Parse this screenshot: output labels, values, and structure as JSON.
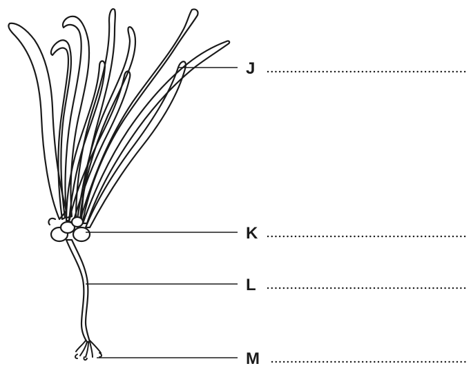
{
  "labels": [
    {
      "id": "J",
      "text": "J"
    },
    {
      "id": "K",
      "text": "K"
    },
    {
      "id": "L",
      "text": "L"
    },
    {
      "id": "M",
      "text": "M"
    }
  ],
  "colors": {
    "ink": "#1a1a1a",
    "background": "#ffffff"
  }
}
